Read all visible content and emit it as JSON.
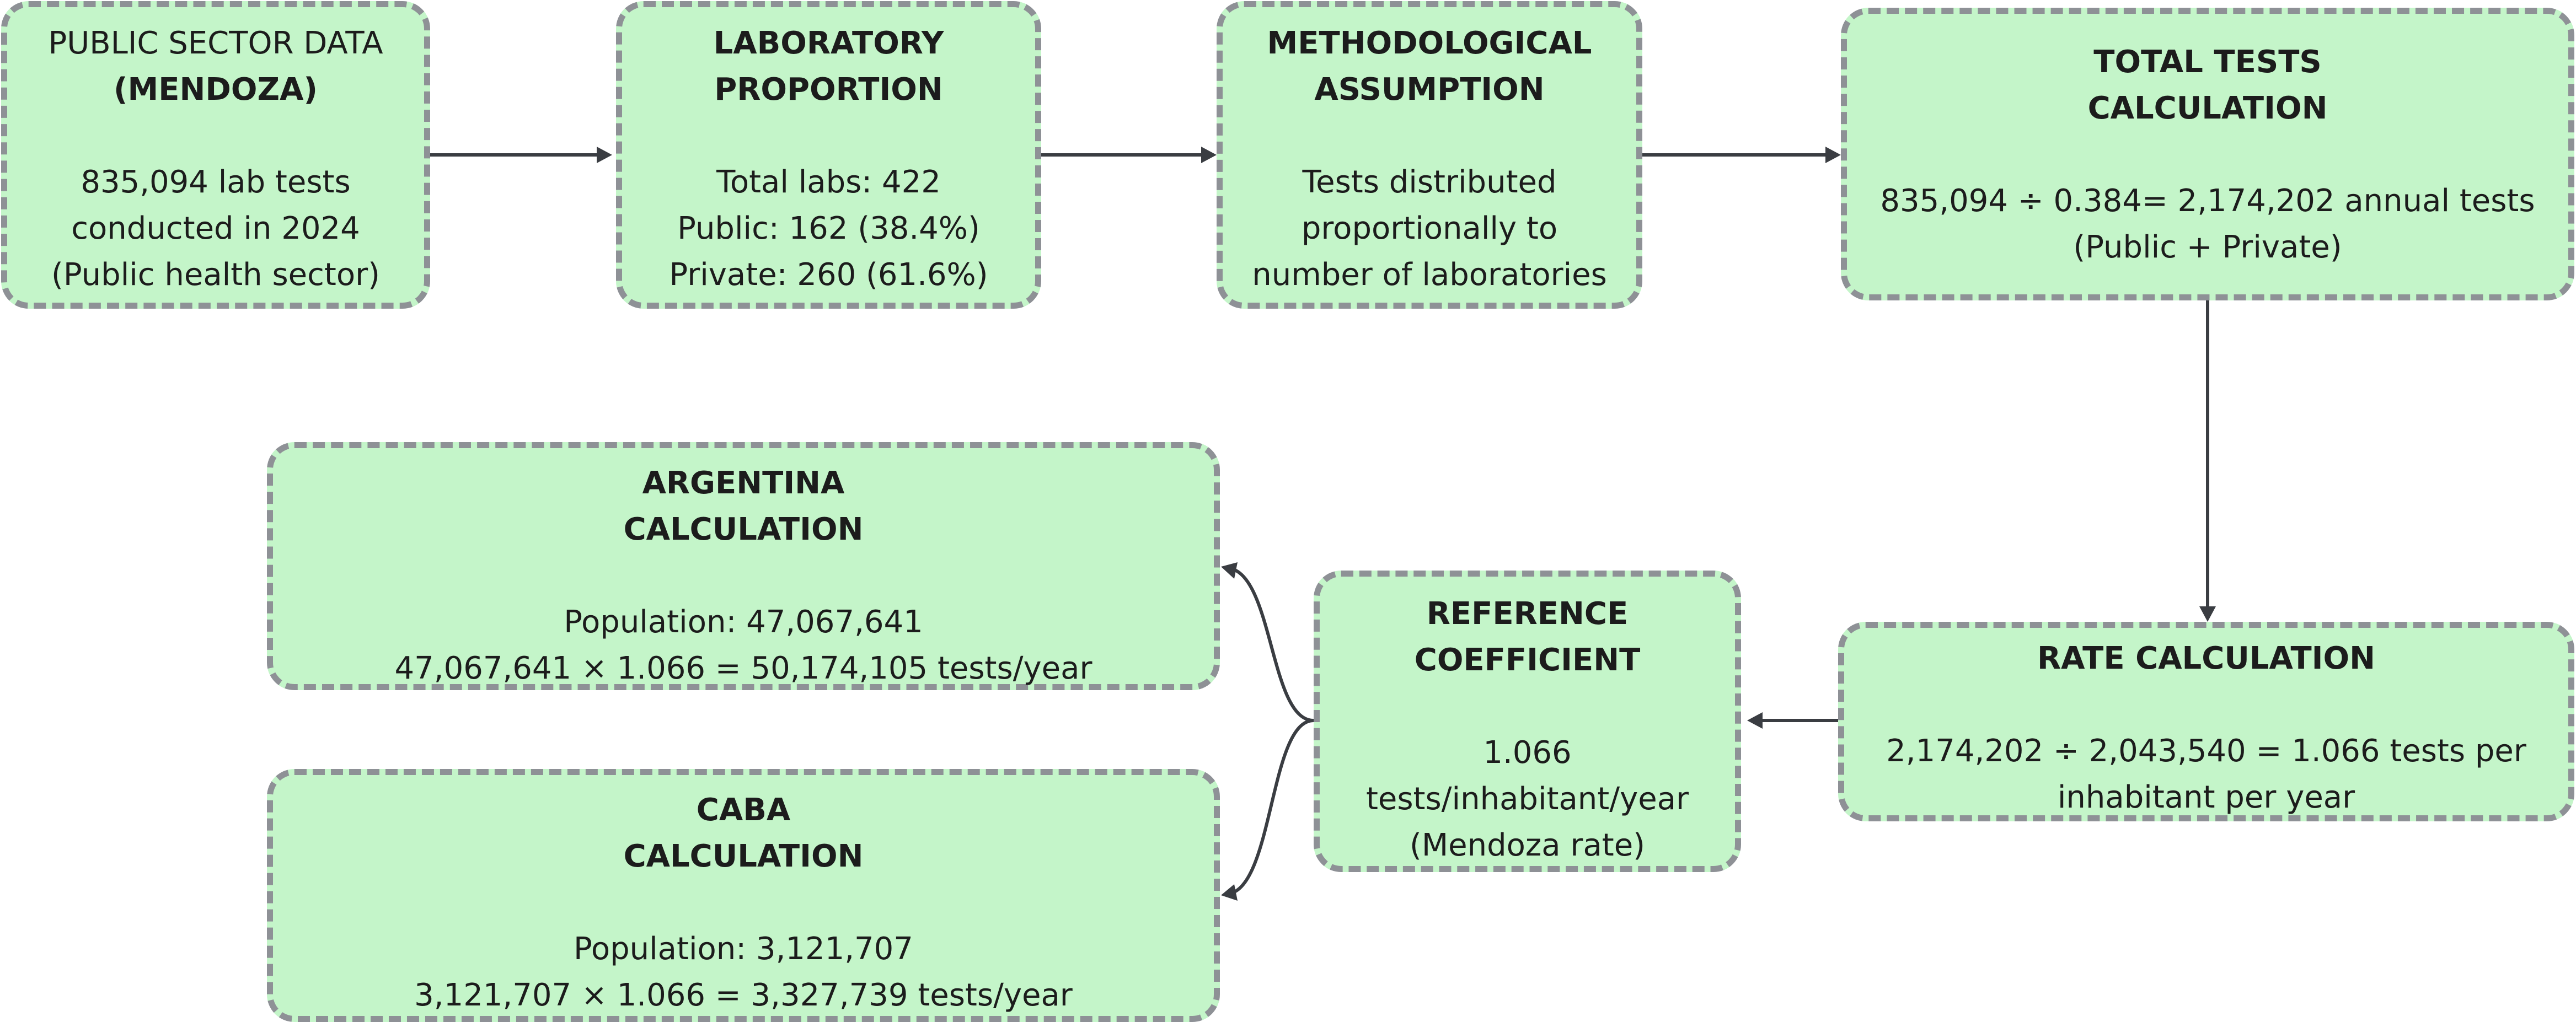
{
  "nodes": {
    "public_sector": {
      "title": [
        "PUBLIC SECTOR DATA",
        "(MENDOZA)"
      ],
      "body": [
        "835,094 lab tests",
        "conducted in 2024",
        "(Public health sector)"
      ]
    },
    "lab_proportion": {
      "title": [
        "LABORATORY",
        "PROPORTION"
      ],
      "body": [
        "Total labs: 422",
        "Public: 162 (38.4%)",
        "Private: 260 (61.6%)"
      ]
    },
    "methodological": {
      "title": [
        "METHODOLOGICAL",
        "ASSUMPTION"
      ],
      "body": [
        "Tests distributed",
        "proportionally to",
        "number of laboratories"
      ]
    },
    "total_tests": {
      "title": [
        "TOTAL TESTS",
        "CALCULATION"
      ],
      "body": [
        "835,094 ÷ 0.384= 2,174,202 annual tests",
        "(Public + Private)"
      ]
    },
    "rate_calc": {
      "title": [
        "RATE CALCULATION"
      ],
      "body": [
        "2,174,202 ÷ 2,043,540 = 1.066 tests per",
        "inhabitant per year"
      ]
    },
    "reference": {
      "title": [
        "REFERENCE",
        "COEFFICIENT"
      ],
      "body": [
        "1.066",
        "tests/inhabitant/year",
        "(Mendoza rate)"
      ]
    },
    "argentina": {
      "title": [
        "ARGENTINA",
        "CALCULATION"
      ],
      "body": [
        "Population: 47,067,641",
        "47,067,641 × 1.066 = 50,174,105 tests/year"
      ]
    },
    "caba": {
      "title": [
        "CABA",
        "CALCULATION"
      ],
      "body": [
        "Population: 3,121,707",
        "3,121,707 × 1.066 = 3,327,739 tests/year"
      ]
    }
  },
  "colors": {
    "node_fill": "#c4f5c9",
    "node_border": "#8e9196",
    "arrow": "#3a3d42"
  }
}
